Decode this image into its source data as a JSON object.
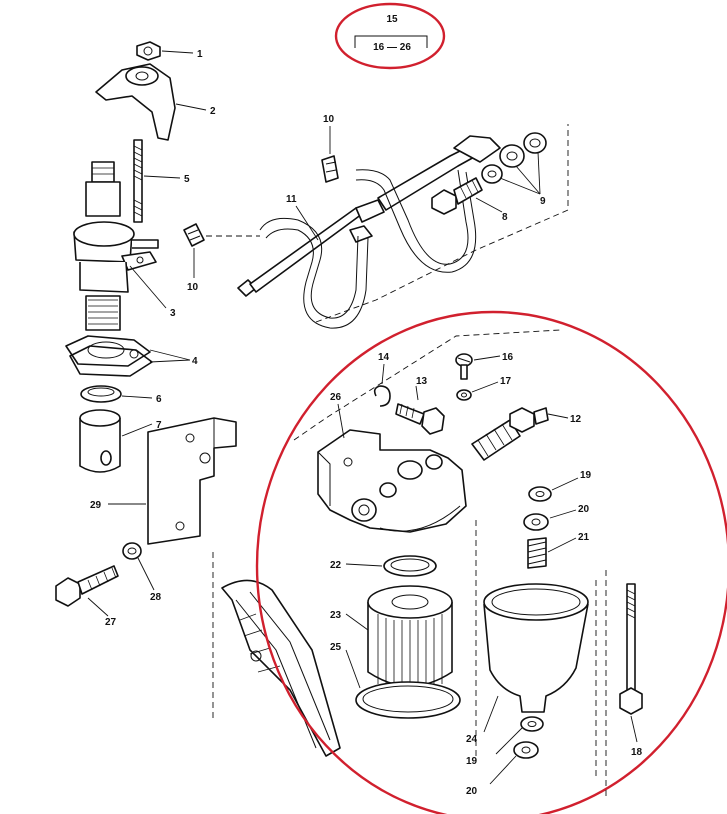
{
  "callouts": {
    "c1": "1",
    "c2": "2",
    "c3": "3",
    "c4": "4",
    "c5": "5",
    "c6": "6",
    "c7": "7",
    "c8": "8",
    "c9": "9",
    "c10a": "10",
    "c10b": "10",
    "c11": "11",
    "c12": "12",
    "c13": "13",
    "c14": "14",
    "c15": "15",
    "c16": "16",
    "c17": "17",
    "c18": "18",
    "c19a": "19",
    "c19b": "19",
    "c20a": "20",
    "c20b": "20",
    "c21": "21",
    "c22": "22",
    "c23": "23",
    "c24": "24",
    "c25": "25",
    "c26": "26",
    "c27": "27",
    "c28": "28",
    "c29": "29",
    "range": "16  —  26"
  },
  "colors": {
    "highlight": "#d1202e",
    "line": "#111111"
  }
}
